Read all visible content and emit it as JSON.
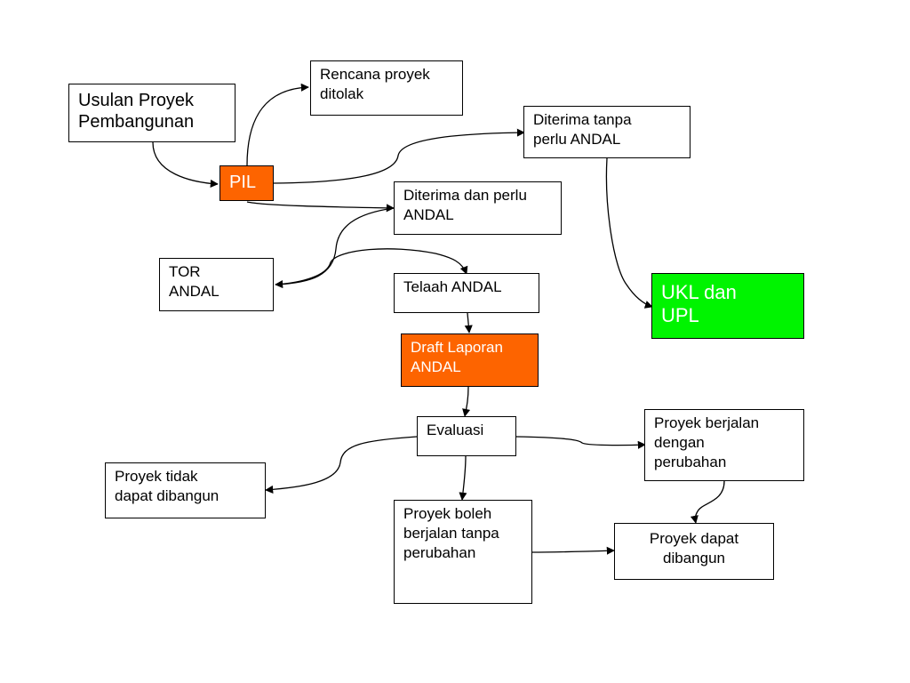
{
  "nodes": {
    "usulan": "Usulan Proyek\nPembangunan",
    "pil": "PIL",
    "rencana_ditolak": "Rencana proyek\nditolak",
    "diterima_tanpa": "Diterima tanpa\nperlu ANDAL",
    "diterima_perlu": "Diterima dan perlu\nANDAL",
    "tor": "TOR\nANDAL",
    "telaah": "Telaah ANDAL",
    "ukl_upl": "UKL dan\nUPL",
    "draft": "Draft Laporan\nANDAL",
    "evaluasi": "Evaluasi",
    "berjalan_dengan": "Proyek berjalan\ndengan\nperubahan",
    "tidak_dibangun": "Proyek tidak\ndapat dibangun",
    "boleh_tanpa": "Proyek boleh\nberjalan tanpa\nperubahan",
    "dapat_dibangun": "Proyek dapat\ndibangun"
  },
  "colors": {
    "orange": "#fd6400",
    "green": "#00f400",
    "line": "#000000"
  }
}
